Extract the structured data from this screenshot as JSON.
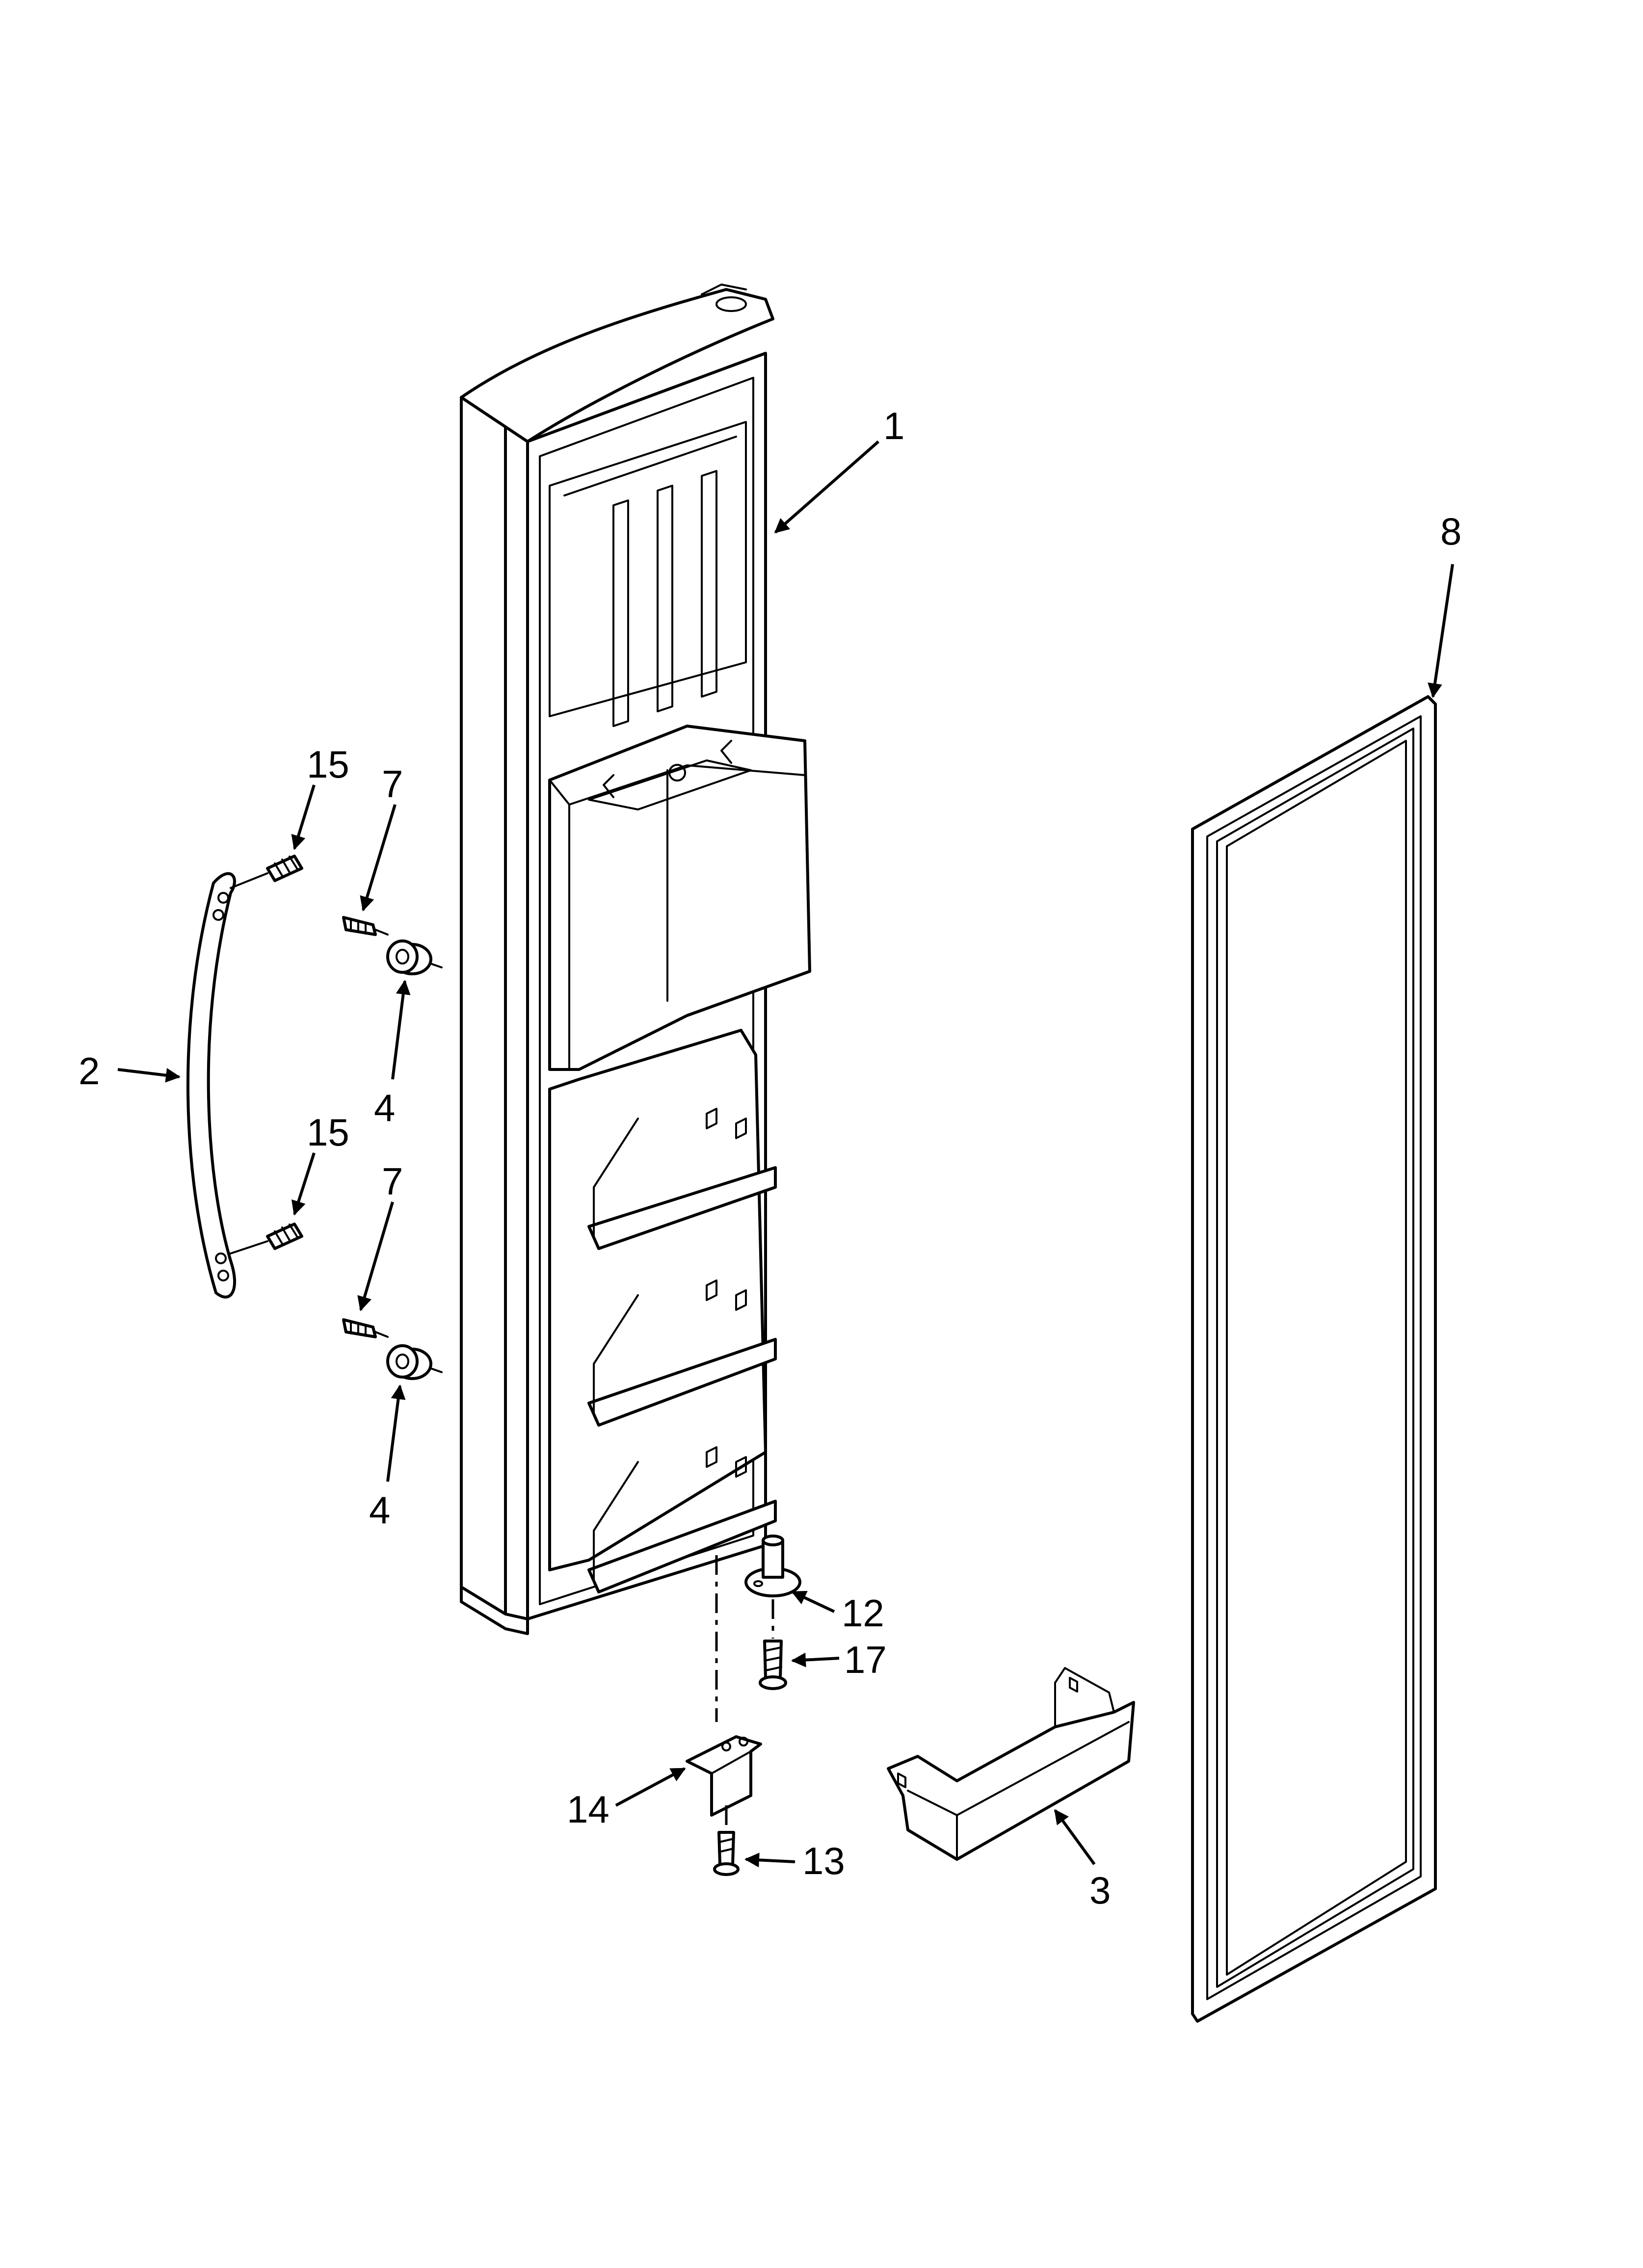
{
  "callouts": {
    "door": "1",
    "handle": "2",
    "door_bin": "3",
    "spacer_upper": "4",
    "spacer_lower": "4",
    "screw_upper": "7",
    "screw_lower": "7",
    "gasket": "8",
    "hinge_pin": "12",
    "hinge_screw": "13",
    "hinge_bracket": "14",
    "handle_screw_upper": "15",
    "handle_screw_lower": "15",
    "pin_screw": "17"
  },
  "colors": {
    "line": "#000000",
    "background": "#ffffff"
  }
}
